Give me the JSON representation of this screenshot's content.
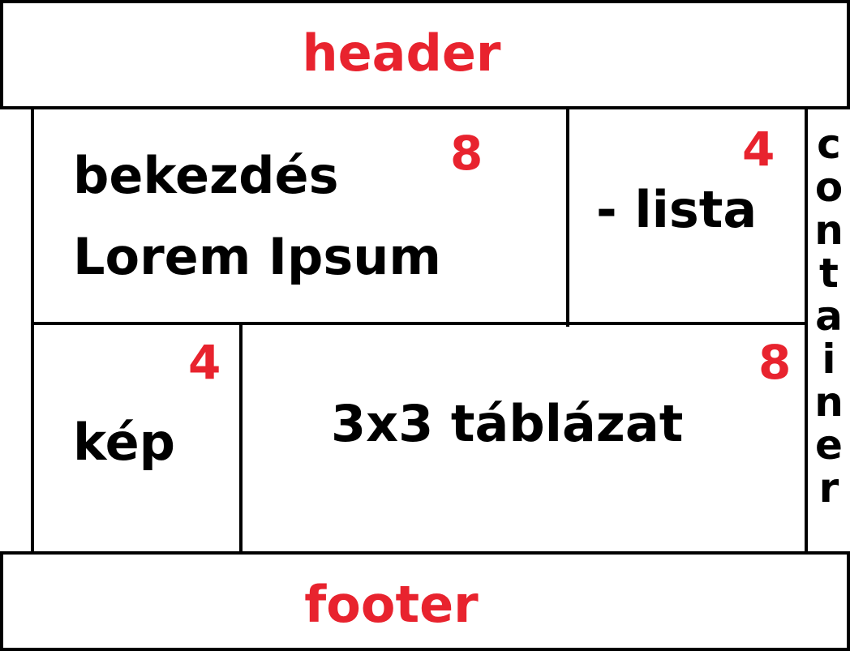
{
  "header": {
    "label": "header"
  },
  "footer": {
    "label": "footer"
  },
  "container": {
    "label": "container"
  },
  "row1": {
    "left": {
      "line1": "bekezdés",
      "line2": "Lorem Ipsum",
      "cols": "8"
    },
    "right": {
      "text": "- lista",
      "cols": "4"
    }
  },
  "row2": {
    "left": {
      "text": "kép",
      "cols": "4"
    },
    "right": {
      "text": "3x3 táblázat",
      "cols": "8"
    }
  },
  "colors": {
    "label_red": "#e8232e",
    "text_black": "#000000",
    "border": "#000000"
  }
}
